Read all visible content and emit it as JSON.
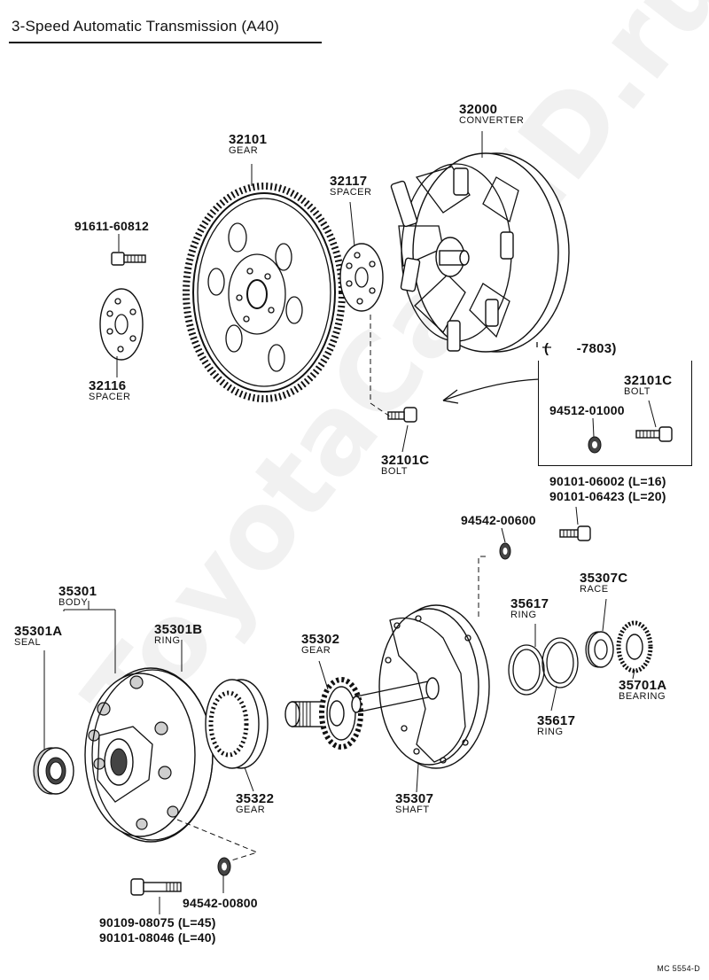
{
  "title": "3-Speed Automatic Transmission (A40)",
  "doc_code": "MC 5554-D",
  "watermark": "ToyotaCarMD.ru",
  "parts": {
    "p32000": {
      "no": "32000",
      "name": "CONVERTER"
    },
    "p32101": {
      "no": "32101",
      "name": "GEAR"
    },
    "p32117": {
      "no": "32117",
      "name": "SPACER"
    },
    "p91611": {
      "no": "91611-60812"
    },
    "p32116": {
      "no": "32116",
      "name": "SPACER"
    },
    "p32101c_main": {
      "no": "32101C",
      "name": "BOLT"
    },
    "inset_range": "(       -7803)",
    "p32101c_inset": {
      "no": "32101C",
      "name": "BOLT"
    },
    "p94512": {
      "no": "94512-01000"
    },
    "p90101a": {
      "no": "90101-06002 (L=16)"
    },
    "p90101b": {
      "no": "90101-06423 (L=20)"
    },
    "p94542a": {
      "no": "94542-00600"
    },
    "p35301": {
      "no": "35301",
      "name": "BODY"
    },
    "p35301a": {
      "no": "35301A",
      "name": "SEAL"
    },
    "p35301b": {
      "no": "35301B",
      "name": "RING"
    },
    "p35302": {
      "no": "35302",
      "name": "GEAR"
    },
    "p35322": {
      "no": "35322",
      "name": "GEAR"
    },
    "p35307": {
      "no": "35307",
      "name": "SHAFT"
    },
    "p35617a": {
      "no": "35617",
      "name": "RING"
    },
    "p35617b": {
      "no": "35617",
      "name": "RING"
    },
    "p35307c": {
      "no": "35307C",
      "name": "RACE"
    },
    "p35701a": {
      "no": "35701A",
      "name": "BEARING"
    },
    "p94542b": {
      "no": "94542-00800"
    },
    "p90109a": {
      "no": "90109-08075 (L=45)"
    },
    "p90109b": {
      "no": "90101-08046 (L=40)"
    }
  }
}
